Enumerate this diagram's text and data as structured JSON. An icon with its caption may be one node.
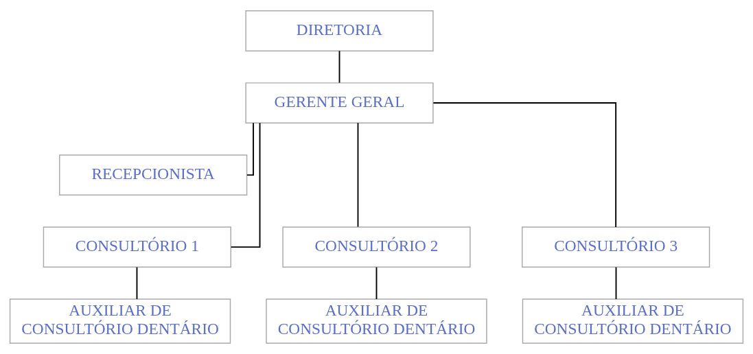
{
  "diagram": {
    "nodes": [
      {
        "text": [
          "DIRETORIA"
        ]
      },
      {
        "text": [
          "GERENTE GERAL"
        ]
      },
      {
        "text": [
          "RECEPCIONISTA"
        ]
      },
      {
        "text": [
          "CONSULTÓRIO 1"
        ]
      },
      {
        "text": [
          "CONSULTÓRIO 2"
        ]
      },
      {
        "text": [
          "CONSULTÓRIO 3"
        ]
      },
      {
        "text": [
          "AUXILIAR DE CONSULTÓRIO DENTÁRIO"
        ]
      },
      {
        "text": [
          "AUXILIAR DE CONSULTÓRIO DENTÁRIO"
        ]
      },
      {
        "text": [
          "AUXILIAR DE CONSULTÓRIO DENTÁRIO"
        ]
      }
    ],
    "edges": [
      {
        "from": 0,
        "to": 1,
        "arrow": "none"
      },
      {
        "from": 1,
        "to": 2,
        "arrow": "none"
      },
      {
        "from": 1,
        "to": 3,
        "arrow": "none"
      },
      {
        "from": 1,
        "to": 4,
        "arrow": "none"
      },
      {
        "from": 1,
        "to": 5,
        "arrow": "none"
      },
      {
        "from": 3,
        "to": 6,
        "arrow": "none"
      },
      {
        "from": 4,
        "to": 7,
        "arrow": "none"
      },
      {
        "from": 5,
        "to": 8,
        "arrow": "none"
      }
    ]
  }
}
